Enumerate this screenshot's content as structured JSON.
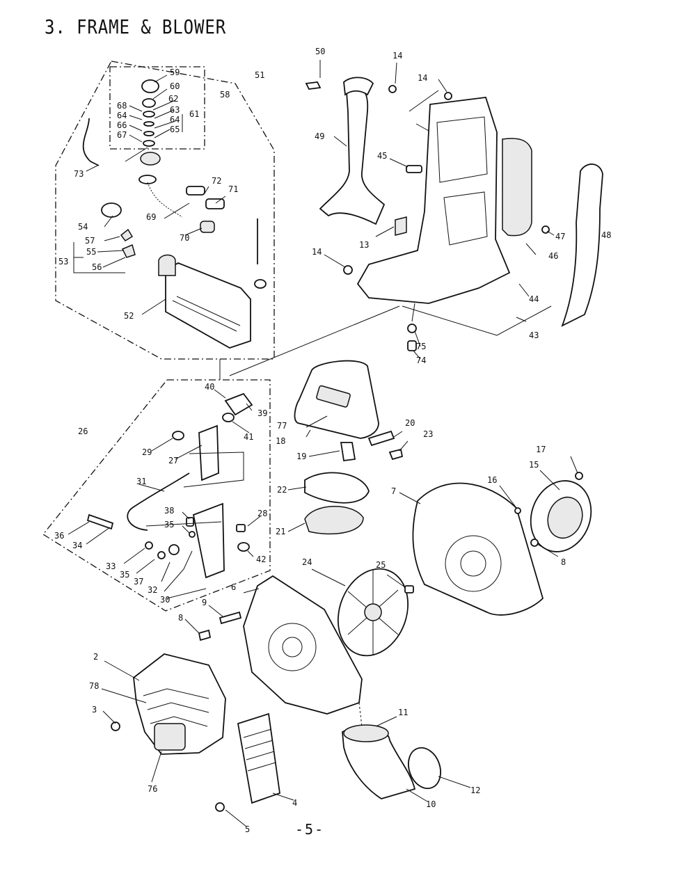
{
  "title": "3. FRAME & BLOWER",
  "page_number": "-5-",
  "callouts": [
    "50",
    "14",
    "14",
    "59",
    "60",
    "62",
    "68",
    "63",
    "64",
    "64",
    "66",
    "65",
    "67",
    "61",
    "58",
    "51",
    "73",
    "49",
    "45",
    "72",
    "71",
    "48",
    "69",
    "54",
    "57",
    "55",
    "53",
    "56",
    "70",
    "13",
    "47",
    "46",
    "14",
    "44",
    "52",
    "43",
    "75",
    "74",
    "40",
    "39",
    "77",
    "41",
    "26",
    "20",
    "23",
    "18",
    "29",
    "27",
    "19",
    "17",
    "15",
    "16",
    "22",
    "31",
    "7",
    "28",
    "38",
    "35",
    "21",
    "36",
    "34",
    "42",
    "8",
    "33",
    "35",
    "37",
    "24",
    "25",
    "32",
    "30",
    "6",
    "9",
    "8",
    "2",
    "78",
    "3",
    "11",
    "76",
    "12",
    "4",
    "10",
    "5"
  ]
}
